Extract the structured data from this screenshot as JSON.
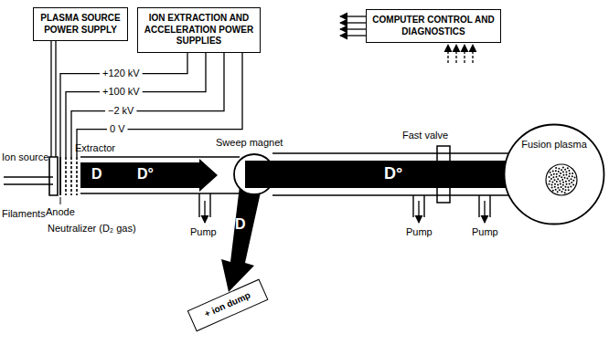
{
  "diagram": {
    "nodes": [
      {
        "text": [
          "PLASMA SOURCE POWER SUPPLY"
        ]
      },
      {
        "text": [
          "ION EXTRACTION AND ACCELERATION POWER SUPPLIES"
        ]
      },
      {
        "text": [
          "COMPUTER CONTROL AND DIAGNOSTICS"
        ]
      },
      {
        "text": [
          "+ ion dump"
        ]
      },
      {
        "text": [
          "Fusion plasma"
        ]
      }
    ],
    "labels": [
      "+120 kV",
      "+100 kV",
      "−2 kV",
      "0 V",
      "Ion source",
      "Filaments",
      "Anode",
      "Extractor",
      "Neutralizer (D₂ gas)",
      "D",
      "D°",
      "Sweep magnet",
      "Pump",
      "D",
      "D°",
      "Fast valve",
      "Pump",
      "Pump"
    ]
  }
}
